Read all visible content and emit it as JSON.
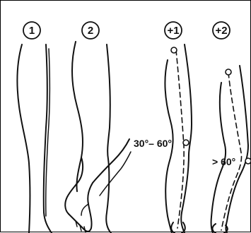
{
  "stages": [
    {
      "label": "1"
    },
    {
      "label": "2"
    },
    {
      "label": "+1"
    },
    {
      "label": "+2"
    }
  ],
  "angles": {
    "stage_plus1": "30°– 60°",
    "stage_plus2": "> 60°"
  },
  "colors": {
    "ink": "#111111",
    "background": "#ffffff"
  }
}
